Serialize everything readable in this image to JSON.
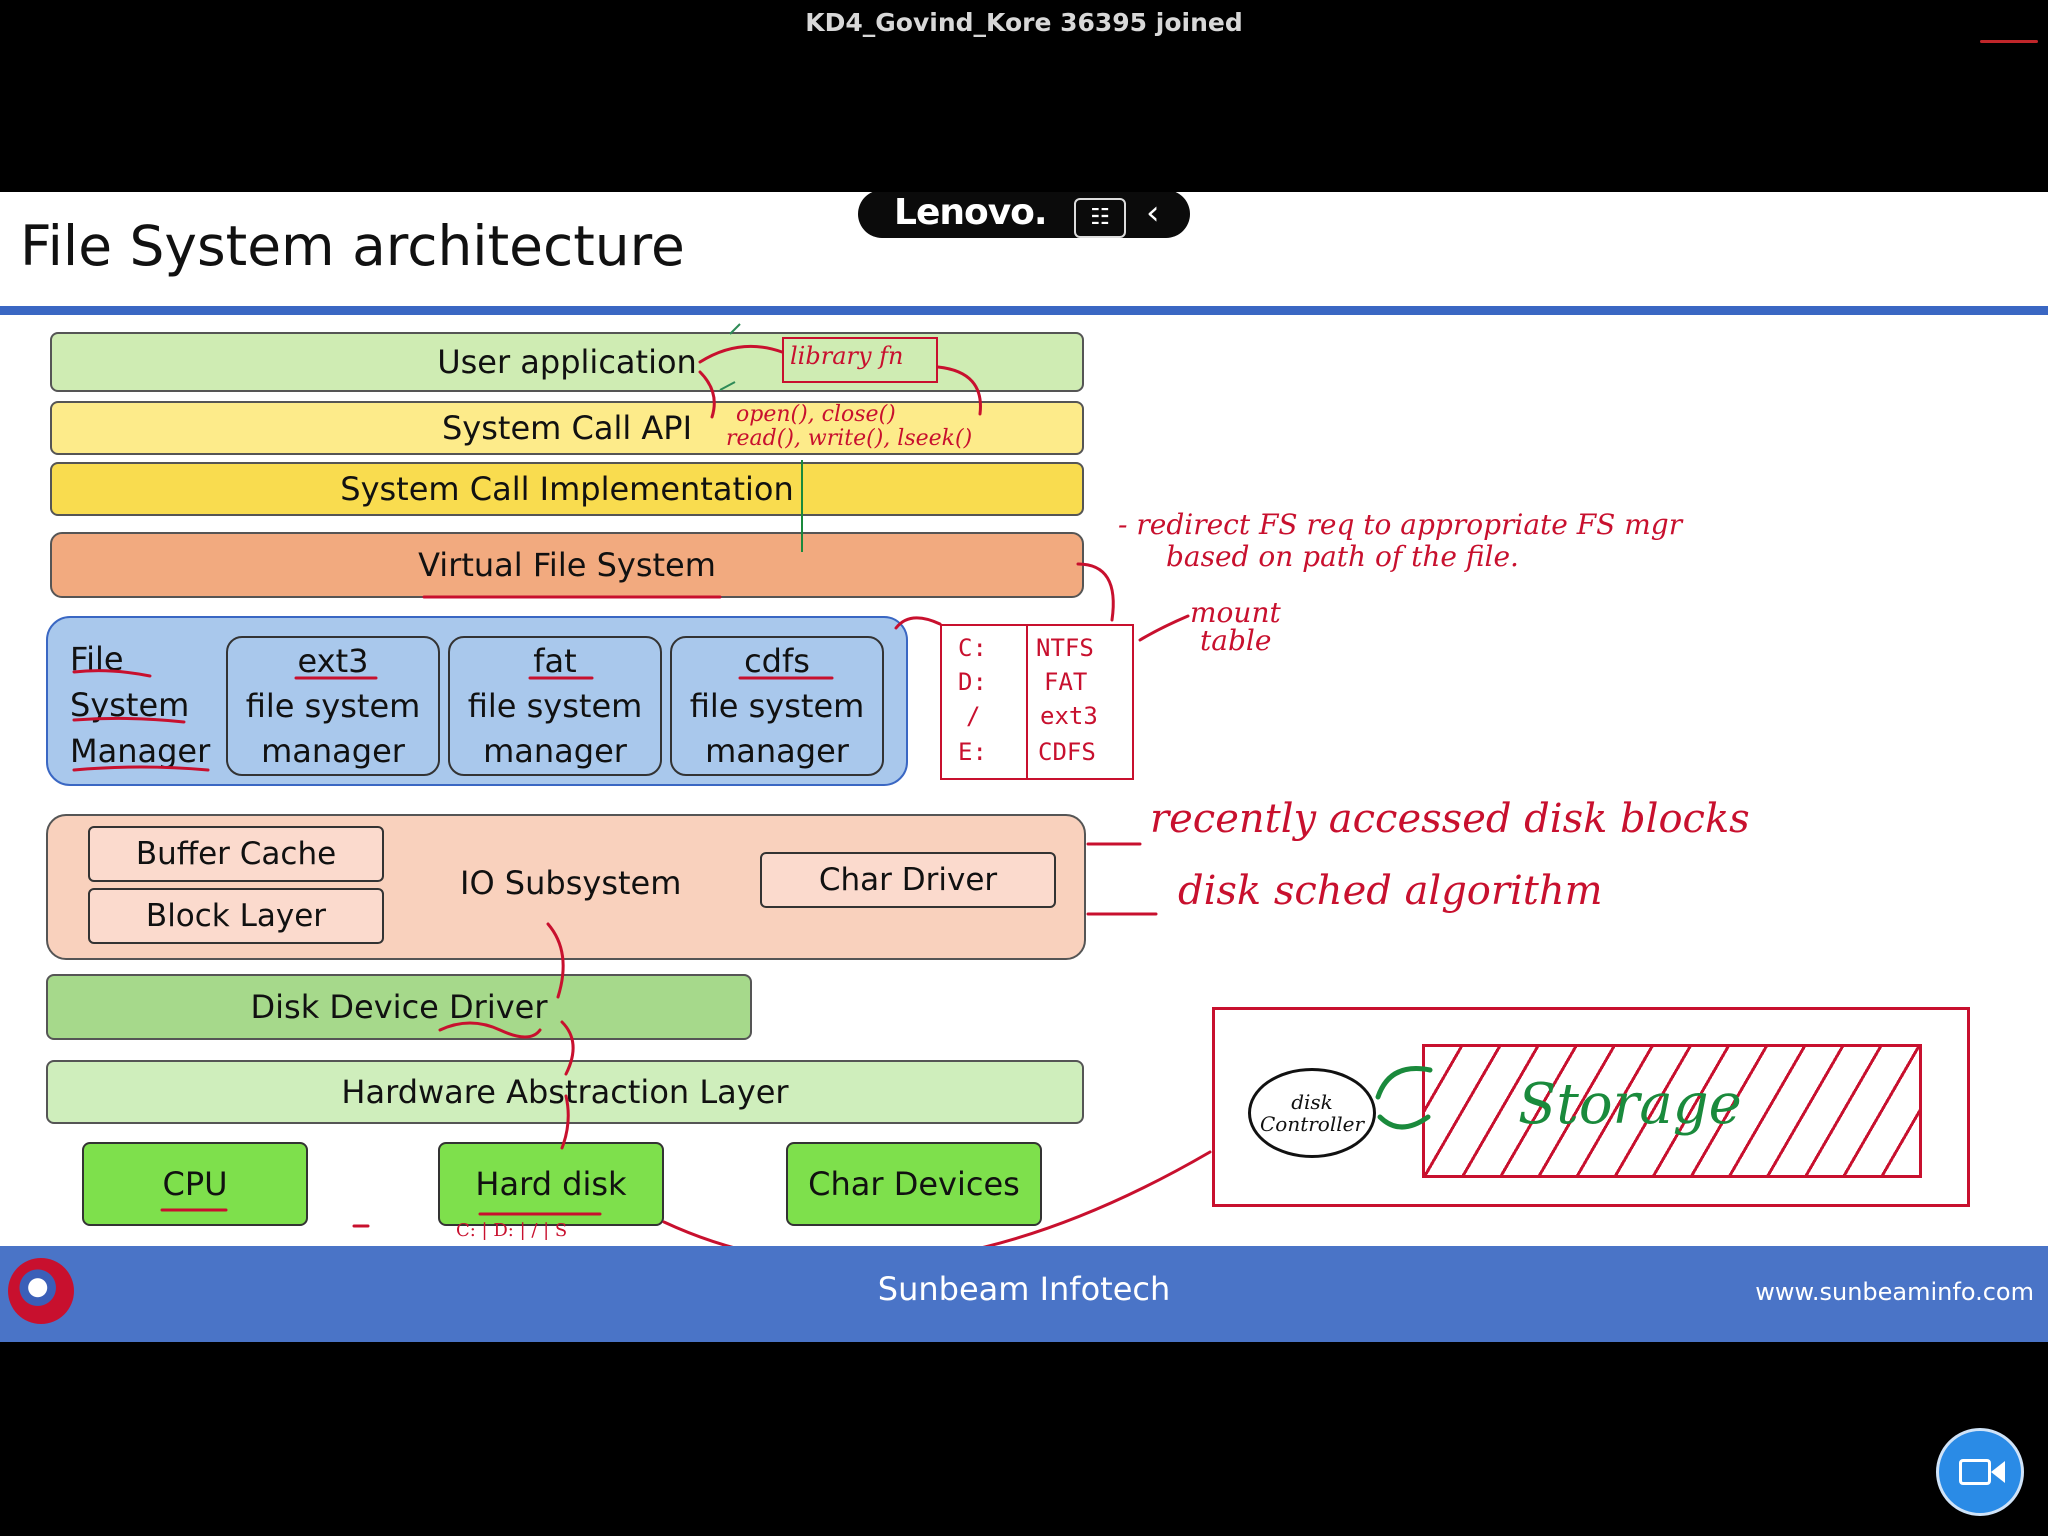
{
  "notification": "KD4_Govind_Kore 36395 joined",
  "overlay": {
    "brand": "Lenovo",
    "brand_mark": "Lenovo."
  },
  "slide": {
    "title": "File System architecture",
    "layers": {
      "user_app": "User application",
      "syscall_api": "System Call API",
      "syscall_impl": "System Call Implementation",
      "vfs": "Virtual File System",
      "fs_manager": [
        "File",
        "System",
        "Manager"
      ],
      "ext3": [
        "ext3",
        "file system",
        "manager"
      ],
      "fat": [
        "fat",
        "file system",
        "manager"
      ],
      "cdfs": [
        "cdfs",
        "file system",
        "manager"
      ],
      "buffer_cache": "Buffer Cache",
      "block_layer": "Block Layer",
      "io_subsystem": "IO Subsystem",
      "char_driver": "Char Driver",
      "disk_driver": "Disk Device Driver",
      "hal": "Hardware Abstraction Layer",
      "cpu": "CPU",
      "hard_disk": "Hard disk",
      "char_devices": "Char Devices"
    },
    "annotations": {
      "library": "library fn",
      "calls_1": "open(), close()",
      "calls_2": "read(), write(), lseek()",
      "redirect_1": "- redirect FS req to appropriate FS mgr",
      "redirect_2": "based on path of the file.",
      "mount_1": "mount",
      "mount_2": "table",
      "recent": "recently accessed disk blocks",
      "sched": "disk sched algorithm",
      "partitions": "C: | D: | / | S",
      "disk_controller": [
        "disk",
        "Controller"
      ],
      "storage": "Storage"
    },
    "mount_table": [
      {
        "drive": "C:",
        "fs": "NTFS"
      },
      {
        "drive": "D:",
        "fs": "FAT"
      },
      {
        "drive": "/",
        "fs": "ext3"
      },
      {
        "drive": "E:",
        "fs": "CDFS"
      }
    ],
    "footer": {
      "company": "Sunbeam Infotech",
      "url": "www.sunbeaminfo.com"
    }
  },
  "colors": {
    "header_line": "#3a67c3",
    "footer": "#4a74c7",
    "ink_red": "#c8102e",
    "ink_green": "#1a8a3c",
    "camera_button": "#2a8be6"
  },
  "icons": [
    "lenovo-present-icon",
    "chevron-left-icon",
    "company-logo-icon",
    "video-camera-icon"
  ]
}
